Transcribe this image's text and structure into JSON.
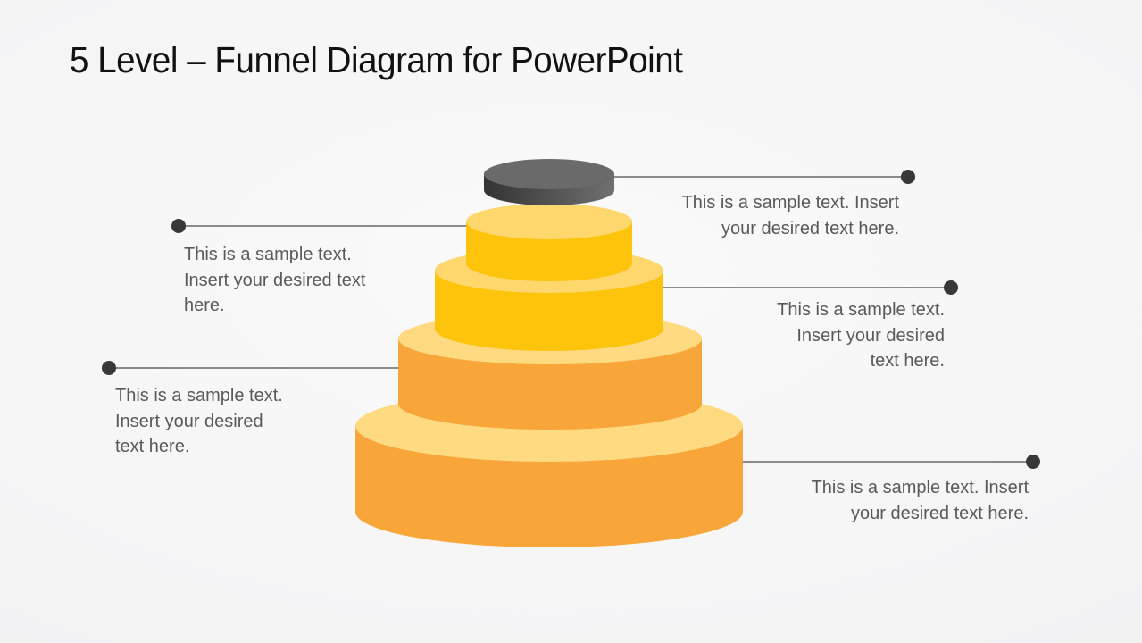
{
  "slide": {
    "title": "5 Level – Funnel Diagram for PowerPoint",
    "background_center_color": "#fafafa",
    "background_edge_color": "#eaeaec"
  },
  "diagram": {
    "type": "stacked-funnel-5-levels",
    "connector_color": "#4a4a4a",
    "dot_color": "#383838",
    "levels": [
      {
        "level": 1,
        "cap_color": "#6a6a6a",
        "body_color_left": "#343434",
        "body_color_right": "#707070"
      },
      {
        "level": 2,
        "cap_color": "#ffd76d",
        "body_color": "#fec30b"
      },
      {
        "level": 3,
        "cap_color": "#ffd76d",
        "body_color": "#fec30b"
      },
      {
        "level": 4,
        "cap_color": "#ffda80",
        "body_color": "#f8a53a"
      },
      {
        "level": 5,
        "cap_color": "#ffda80",
        "body_color": "#f8a53a"
      }
    ]
  },
  "callouts": [
    {
      "id": "top-right",
      "align": "right",
      "lines": [
        "This is a sample text. Insert",
        "your desired text here."
      ]
    },
    {
      "id": "upper-left",
      "align": "left",
      "lines": [
        "This is a sample text.",
        "Insert your desired text",
        "here."
      ]
    },
    {
      "id": "middle-right",
      "align": "right",
      "lines": [
        "This is a sample text.",
        "Insert your desired",
        "text here."
      ]
    },
    {
      "id": "lower-left",
      "align": "left",
      "lines": [
        "This is a sample text.",
        "Insert your desired",
        "text here."
      ]
    },
    {
      "id": "bottom-right",
      "align": "right",
      "lines": [
        "This is a sample text. Insert",
        "your desired text here."
      ]
    }
  ]
}
